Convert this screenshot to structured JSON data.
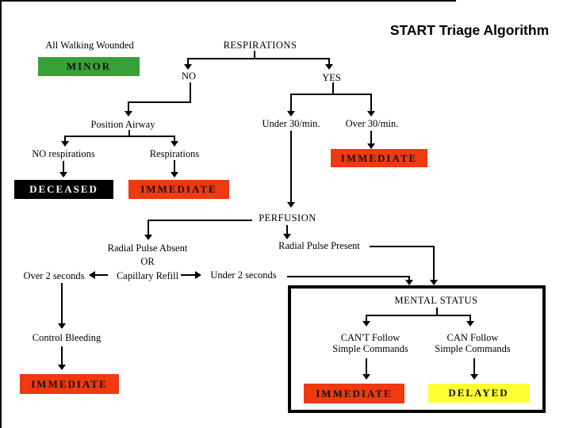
{
  "title": "START Triage Algorithm",
  "colors": {
    "minor_green": "#38A038",
    "immediate_red": "#EE3911",
    "delayed_yellow": "#FFFF33",
    "deceased_black": "#000000",
    "line_black": "#000000"
  },
  "nodes": {
    "all_walking_wounded": "All Walking Wounded",
    "minor": "MINOR",
    "respirations_root": "RESPIRATIONS",
    "no": "NO",
    "yes": "YES",
    "position_airway": "Position Airway",
    "under_30": "Under 30/min.",
    "over_30": "Over 30/min.",
    "no_respirations": "NO respirations",
    "respirations": "Respirations",
    "deceased": "DECEASED",
    "immediate": "IMMEDIATE",
    "perfusion": "PERFUSION",
    "radial_pulse_absent": "Radial Pulse Absent",
    "or": "OR",
    "capillary_refill": "Capillary Refill",
    "over_2_seconds": "Over 2 seconds",
    "under_2_seconds": "Under 2 seconds",
    "radial_pulse_present": "Radial Pulse Present",
    "control_bleeding": "Control Bleeding",
    "mental_status": "MENTAL STATUS",
    "cant_follow_line1": "CAN'T Follow",
    "cant_follow_line2": "Simple Commands",
    "can_follow_line1": "CAN Follow",
    "can_follow_line2": "Simple Commands",
    "delayed": "DELAYED"
  }
}
